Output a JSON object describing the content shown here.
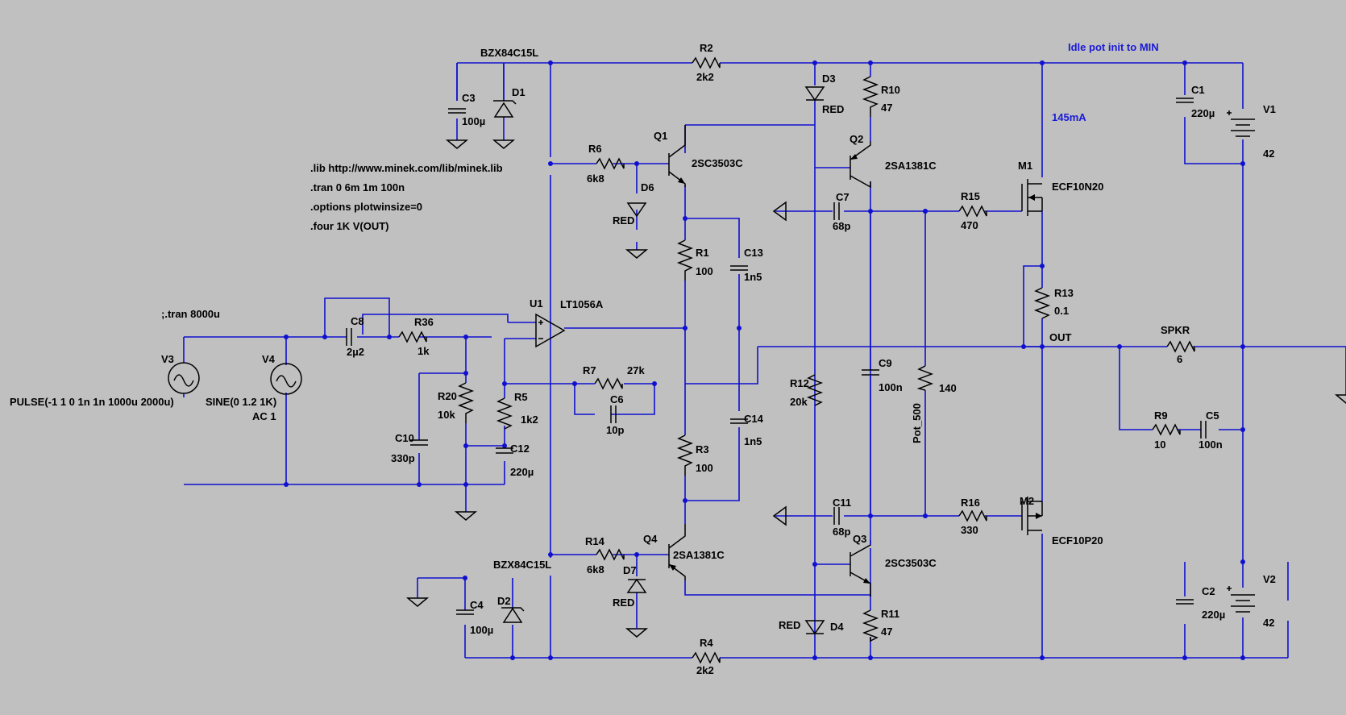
{
  "labels": {
    "d1_part": "BZX84C15L",
    "d2_part": "BZX84C15L",
    "r2": "R2",
    "r2_val": "2k2",
    "r4": "R4",
    "r4_val": "2k2",
    "d3": "D3",
    "d3_val": "RED",
    "d4": "D4",
    "d4_val": "RED",
    "d6": "D6",
    "d6_val": "RED",
    "d7": "D7",
    "d7_val": "RED",
    "r10": "R10",
    "r10_val": "47",
    "r11": "R11",
    "r11_val": "47",
    "c3": "C3",
    "c3_val": "100µ",
    "c4": "C4",
    "c4_val": "100µ",
    "d1": "D1",
    "d2": "D2",
    "c1": "C1",
    "c1_val": "220µ",
    "c2": "C2",
    "c2_val": "220µ",
    "v1": "V1",
    "v1_val": "42",
    "v2": "V2",
    "v2_val": "42",
    "idle_note": "Idle pot init to MIN",
    "current_note": "145mA",
    "q1": "Q1",
    "q1_part": "2SC3503C",
    "q2": "Q2",
    "q2_part": "2SA1381C",
    "q3": "Q3",
    "q3_part": "2SC3503C",
    "q4": "Q4",
    "q4_part": "2SA1381C",
    "r6": "R6",
    "r6_val": "6k8",
    "r14": "R14",
    "r14_val": "6k8",
    "m1": "M1",
    "m1_part": "ECF10N20",
    "m2": "M2",
    "m2_part": "ECF10P20",
    "r15": "R15",
    "r15_val": "470",
    "r16": "R16",
    "r16_val": "330",
    "c7": "C7",
    "c7_val": "68p",
    "c11": "C11",
    "c11_val": "68p",
    "r1": "R1",
    "r1_val": "100",
    "r3": "R3",
    "r3_val": "100",
    "c13": "C13",
    "c13_val": "1n5",
    "c14": "C14",
    "c14_val": "1n5",
    "r13": "R13",
    "r13_val": "0.1",
    "out": "OUT",
    "spkr": "SPKR",
    "spkr_val": "6",
    "r9": "R9",
    "r9_val": "10",
    "c5": "C5",
    "c5_val": "100n",
    "r12": "R12",
    "r12_val": "20k",
    "c9": "C9",
    "c9_val": "100n",
    "pot": "Pot_500",
    "pot_val": "140",
    "u1": "U1",
    "u1_part": "LT1056A",
    "r7": "R7",
    "r7_val": "27k",
    "c6": "C6",
    "c6_val": "10p",
    "c8": "C8",
    "c8_val": "2µ2",
    "r36": "R36",
    "r36_val": "1k",
    "r20": "R20",
    "r20_val": "10k",
    "r5": "R5",
    "r5_val": "1k2",
    "c10": "C10",
    "c10_val": "330p",
    "c12": "C12",
    "c12_val": "220µ",
    "v3": "V3",
    "v3_val": "PULSE(-1 1 0 1n 1n 1000u 2000u)",
    "v4": "V4",
    "v4_val": "SINE(0 1.2 1K)",
    "v4_ac": "AC 1",
    "tran_comment": ";.tran 8000u"
  },
  "directives": [
    ".lib http://www.minek.com/lib/minek.lib",
    ".tran 0 6m 1m 100n",
    ".options plotwinsize=0",
    ".four 1K V(OUT)"
  ],
  "colors": {
    "background": "#c0c0c0",
    "wire": "#1010d0",
    "component": "#000000",
    "note": "#1a1ad6"
  }
}
